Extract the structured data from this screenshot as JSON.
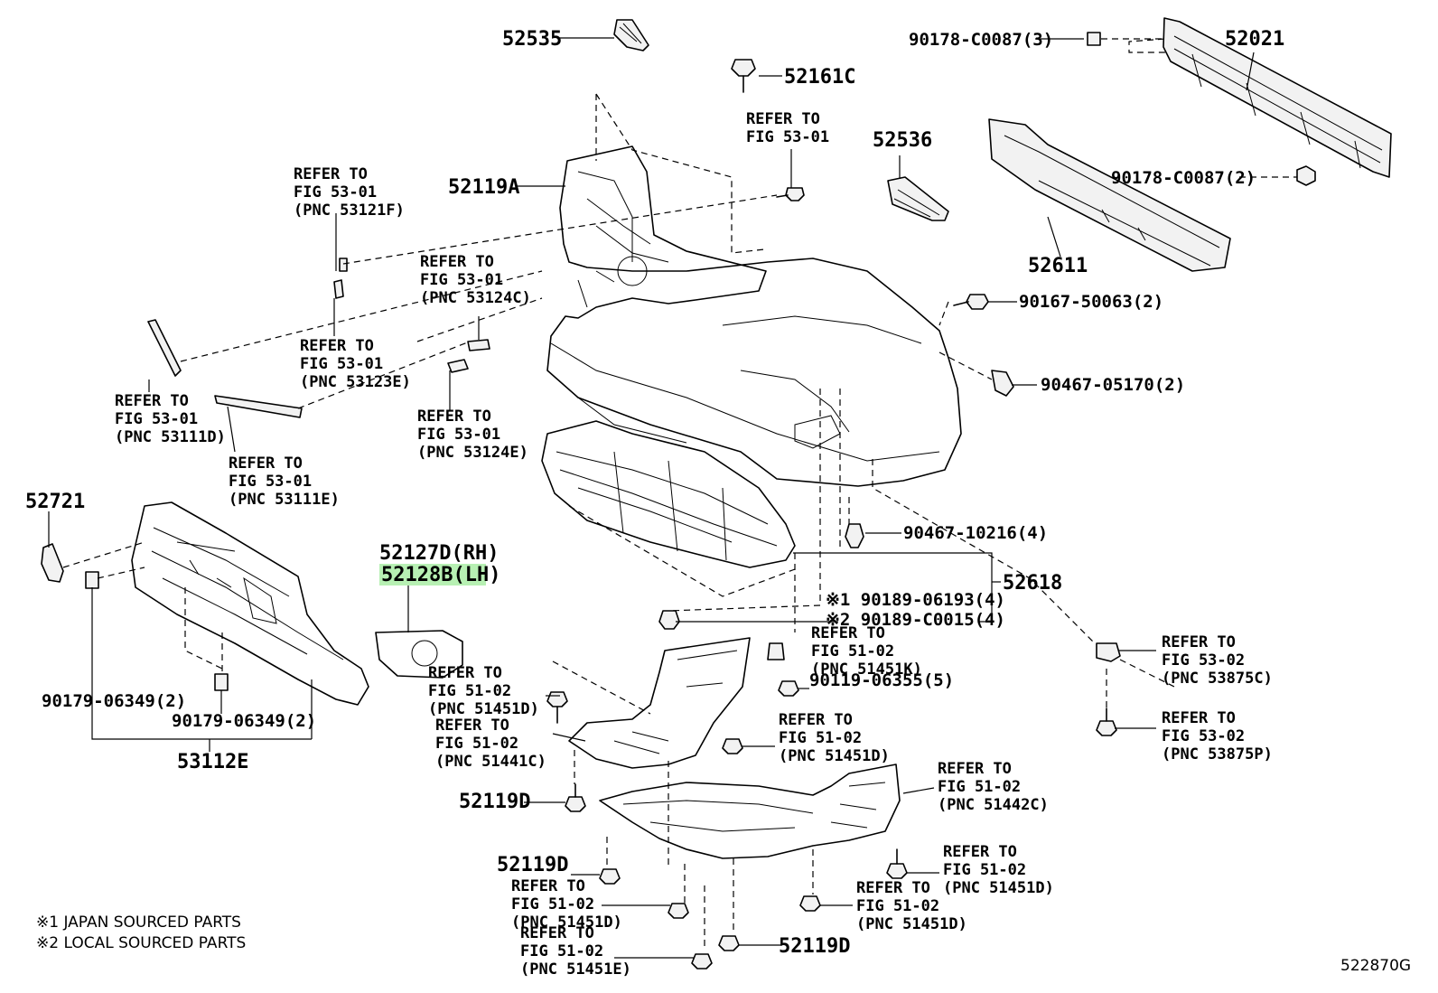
{
  "labels": {
    "p52535": "52535",
    "p52161C": "52161C",
    "p90178_3": "90178-C0087(3)",
    "p52021": "52021",
    "p52536": "52536",
    "p90178_2": "90178-C0087(2)",
    "p52119A": "52119A",
    "p52611": "52611",
    "p90167": "90167-50063(2)",
    "p90467_05170": "90467-05170(2)",
    "p52721": "52721",
    "p52127D": "52127D(RH)",
    "p52128B": "52128B(LH)",
    "p90467_10216": "90467-10216(4)",
    "p52618": "52618",
    "p90189_06193": "※1 90189-06193(4)",
    "p90189_C0015": "※2 90189-C0015(4)",
    "p90119": "90119-06355(5)",
    "p90179_a": "90179-06349(2)",
    "p90179_b": "90179-06349(2)",
    "p53112E": "53112E",
    "p52119D_a": "52119D",
    "p52119D_b": "52119D",
    "p52119D_c": "52119D",
    "fig_code": "522870G"
  },
  "refs": {
    "r53_01_a": [
      "REFER TO",
      "FIG 53-01"
    ],
    "r53121F": [
      "REFER TO",
      "FIG 53-01",
      "(PNC 53121F)"
    ],
    "r53124C": [
      "REFER TO",
      "FIG 53-01",
      "(PNC 53124C)"
    ],
    "r53123E": [
      "REFER TO",
      "FIG 53-01",
      "(PNC 53123E)"
    ],
    "r53111D": [
      "REFER TO",
      "FIG 53-01",
      "(PNC 53111D)"
    ],
    "r53124E": [
      "REFER TO",
      "FIG 53-01",
      "(PNC 53124E)"
    ],
    "r53111E": [
      "REFER TO",
      "FIG 53-01",
      "(PNC 53111E)"
    ],
    "r51451K": [
      "REFER TO",
      "FIG 51-02",
      "(PNC 51451K)"
    ],
    "r51451D_a": [
      "REFER TO",
      "FIG 51-02",
      "(PNC 51451D)"
    ],
    "r51441C": [
      "REFER TO",
      "FIG 51-02",
      "(PNC 51441C)"
    ],
    "r51451D_b": [
      "REFER TO",
      "FIG 51-02",
      "(PNC 51451D)"
    ],
    "r53875C": [
      "REFER TO",
      "FIG 53-02",
      "(PNC 53875C)"
    ],
    "r53875P": [
      "REFER TO",
      "FIG 53-02",
      "(PNC 53875P)"
    ],
    "r51442C": [
      "REFER TO",
      "FIG 51-02",
      "(PNC 51442C)"
    ],
    "r51451D_c": [
      "REFER TO",
      "FIG 51-02",
      "(PNC 51451D)"
    ],
    "r51451D_d": [
      "REFER TO",
      "FIG 51-02",
      "(PNC 51451D)"
    ],
    "r51451D_e": [
      "REFER TO",
      "FIG 51-02",
      "(PNC 51451D)"
    ],
    "r51451E": [
      "REFER TO",
      "FIG 51-02",
      "(PNC 51451E)"
    ]
  },
  "notes": {
    "n1": "※1 JAPAN SOURCED PARTS",
    "n2": "※2 LOCAL SOURCED PARTS"
  },
  "highlight_color": "#b7f0b3"
}
